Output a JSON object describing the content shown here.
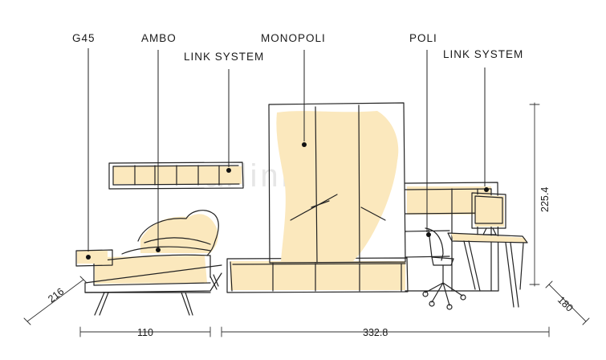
{
  "labels": {
    "g45": "G45",
    "ambo": "AMBO",
    "link_system_left": "LINK SYSTEM",
    "monopoli": "MONOPOLI",
    "poli": "POLI",
    "link_system_right": "LINK SYSTEM"
  },
  "dimensions": {
    "depth_left": "216",
    "width_bed": "110",
    "width_total": "332.8",
    "height_total": "225.4",
    "depth_right": "180"
  },
  "watermark": "arlinia.ru",
  "colors": {
    "fill": "#fbe8bd",
    "ink": "#222222"
  }
}
